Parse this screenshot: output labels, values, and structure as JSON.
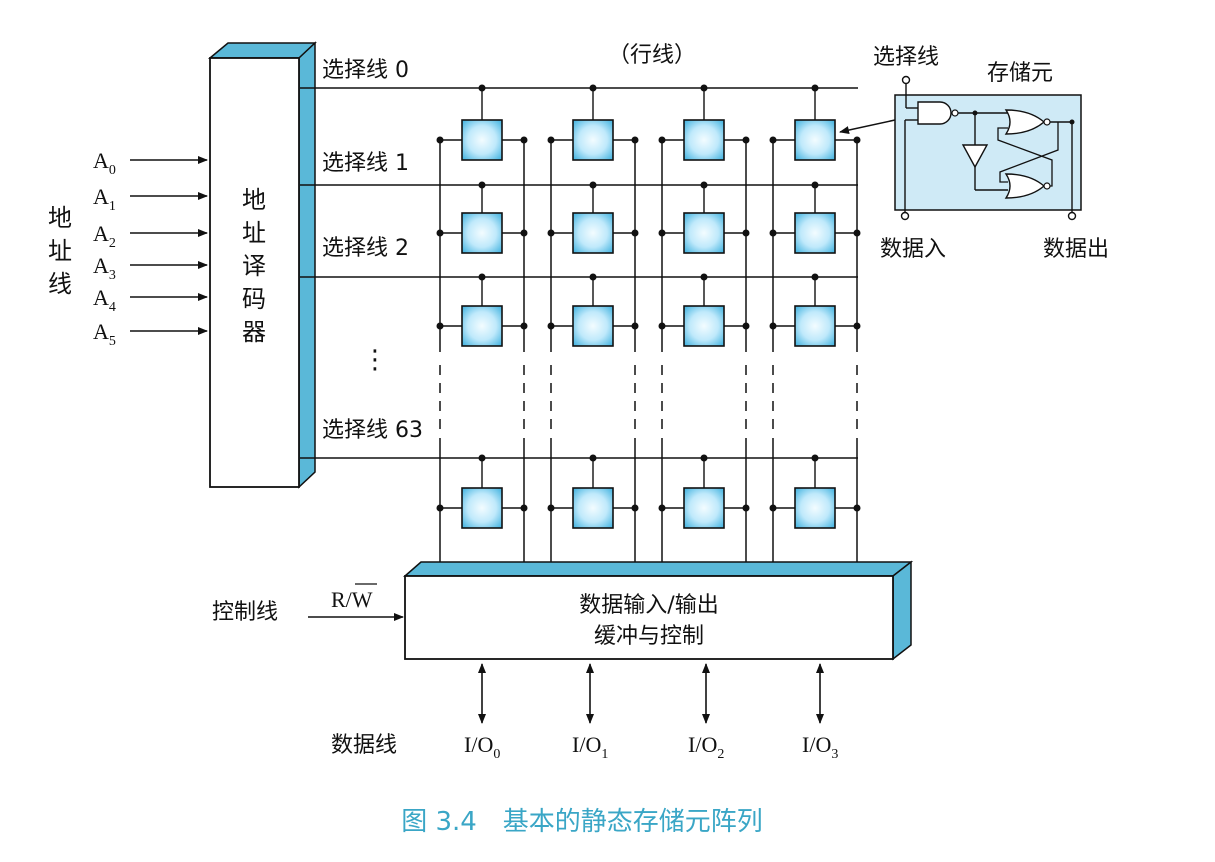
{
  "address_lines_label": "地址线",
  "address_inputs": [
    {
      "letter": "A",
      "sub": "0"
    },
    {
      "letter": "A",
      "sub": "1"
    },
    {
      "letter": "A",
      "sub": "2"
    },
    {
      "letter": "A",
      "sub": "3"
    },
    {
      "letter": "A",
      "sub": "4"
    },
    {
      "letter": "A",
      "sub": "5"
    }
  ],
  "decoder_label": "地址译码器",
  "row_line_note": "（行线）",
  "select_lines": [
    "选择线 0",
    "选择线 1",
    "选择线 2",
    "选择线 63"
  ],
  "ellipsis": "⋮",
  "cell_detail": {
    "select_label": "选择线",
    "title": "存储元",
    "data_in": "数据入",
    "data_out": "数据出"
  },
  "control": {
    "label": "控制线",
    "signal_r": "R/",
    "signal_w": "W"
  },
  "buffer": {
    "line1": "数据输入/输出",
    "line2": "缓冲与控制"
  },
  "data_lines_label": "数据线",
  "io_ports": [
    {
      "prefix": "I/O",
      "sub": "0"
    },
    {
      "prefix": "I/O",
      "sub": "1"
    },
    {
      "prefix": "I/O",
      "sub": "2"
    },
    {
      "prefix": "I/O",
      "sub": "3"
    }
  ],
  "caption": "图 3.4　基本的静态存储元阵列",
  "colors": {
    "caption": "#3aa6c6",
    "box_top": "#5ab8d8",
    "cell_center": "#eefaff",
    "cell_edge": "#5cc0e6"
  }
}
